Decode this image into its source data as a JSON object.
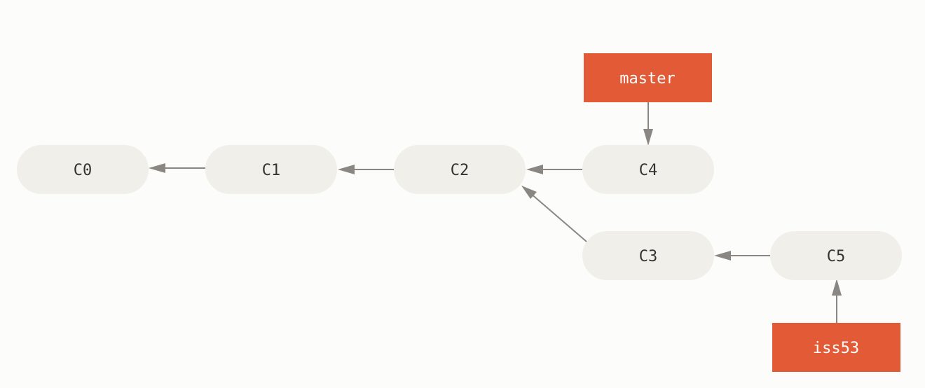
{
  "commits": [
    {
      "id": "c0",
      "label": "C0"
    },
    {
      "id": "c1",
      "label": "C1"
    },
    {
      "id": "c2",
      "label": "C2"
    },
    {
      "id": "c3",
      "label": "C3"
    },
    {
      "id": "c4",
      "label": "C4"
    },
    {
      "id": "c5",
      "label": "C5"
    }
  ],
  "branches": [
    {
      "id": "master",
      "label": "master",
      "points_to": "c4"
    },
    {
      "id": "iss53",
      "label": "iss53",
      "points_to": "c5"
    }
  ],
  "parent_links": [
    {
      "from": "c1",
      "to": "c0"
    },
    {
      "from": "c2",
      "to": "c1"
    },
    {
      "from": "c4",
      "to": "c2"
    },
    {
      "from": "c3",
      "to": "c2"
    },
    {
      "from": "c5",
      "to": "c3"
    }
  ],
  "colors": {
    "commit_fill": "#f0efea",
    "commit_text": "#333333",
    "branch_fill": "#e35a37",
    "branch_text": "#ffffff",
    "arrow": "#8a8783",
    "background": "#fcfcfa"
  }
}
